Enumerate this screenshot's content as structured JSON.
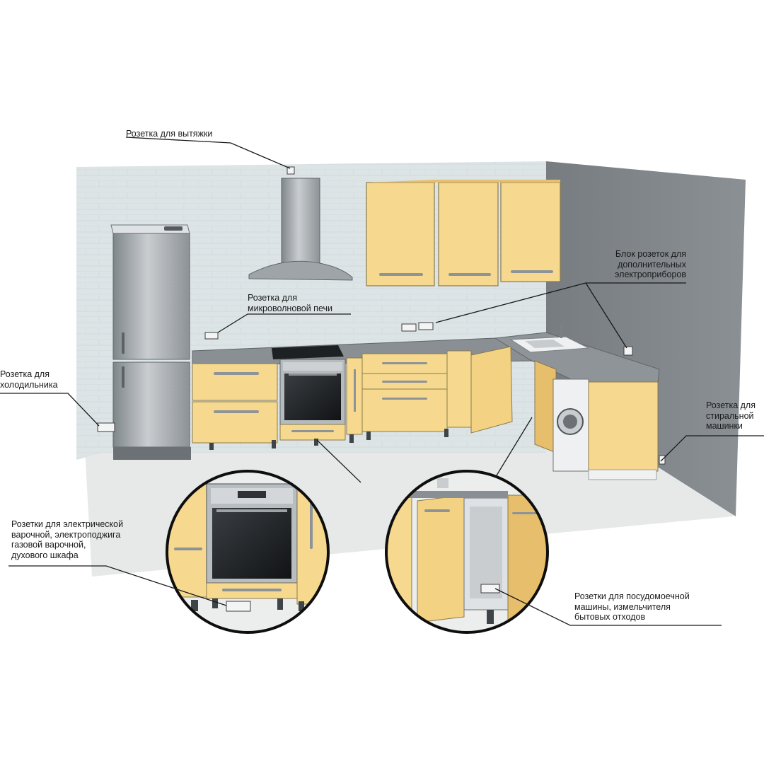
{
  "labels": {
    "hood": [
      "Розетка для вытяжки"
    ],
    "microwave": [
      "Розетка для",
      "микроволновой печи"
    ],
    "fridge": [
      "Розетка для",
      "холодильника"
    ],
    "extra_block": [
      "Блок розеток для",
      "дополнительных",
      "электроприборов"
    ],
    "washer": [
      "Розетка для",
      "стиральной",
      "машинки"
    ],
    "hob_oven": [
      "Розетки для электрической",
      "варочной, электроподжига",
      "газовой варочной,",
      "духового шкафа"
    ],
    "dishwasher": [
      "Розетки для посудомоечной",
      "машины, измельчителя",
      "бытовых отходов"
    ]
  },
  "colors": {
    "cabinet_front": "#f6d98e",
    "cabinet_side": "#e7bf6c",
    "back_wall": "#dde4e6",
    "side_wall": "#7d8488",
    "floor": "#e6e8e8",
    "countertop": "#8a8f93",
    "steel": "#a8aeb2"
  }
}
